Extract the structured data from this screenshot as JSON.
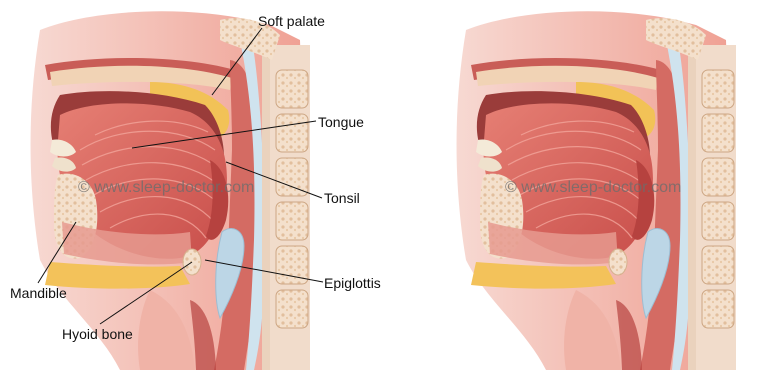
{
  "labels": {
    "soft_palate": "Soft palate",
    "tongue": "Tongue",
    "tonsil": "Tonsil",
    "epiglottis": "Epiglottis",
    "mandible": "Mandible",
    "hyoid_bone": "Hyoid bone"
  },
  "watermark": {
    "left": "© www.sleep-doctor.com",
    "right": "© www.sleep-doctor.com"
  },
  "colors": {
    "tissue": "#e98a7f",
    "tongue": "#d9635c",
    "fat": "#f3c25a",
    "bone": "#f3dcc8",
    "airway": "#cfe3ee",
    "cartilage": "#bcd6e6"
  }
}
